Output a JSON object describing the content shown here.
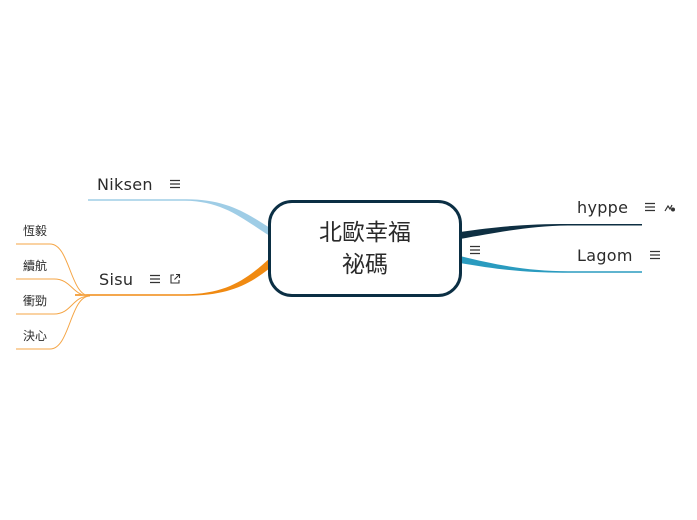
{
  "central": {
    "line1": "北歐幸福",
    "line2": "祕碼"
  },
  "topics": {
    "niksen": {
      "label": "Niksen"
    },
    "sisu": {
      "label": "Sisu"
    },
    "hyppe": {
      "label": "hyppe"
    },
    "lagom": {
      "label": "Lagom"
    }
  },
  "sisu_children": [
    "恆毅",
    "續航",
    "衝勁",
    "決心"
  ],
  "colors": {
    "central_border": "#0b2f44",
    "niksen_branch": "#9fcde6",
    "sisu_branch": "#f08a12",
    "hyppe_branch": "#0e2f42",
    "lagom_branch": "#2a9bbf",
    "text": "#2b2b2b"
  },
  "icons": {
    "notes": "notes-icon",
    "link": "external-link-icon",
    "tag": "tag-icon"
  }
}
